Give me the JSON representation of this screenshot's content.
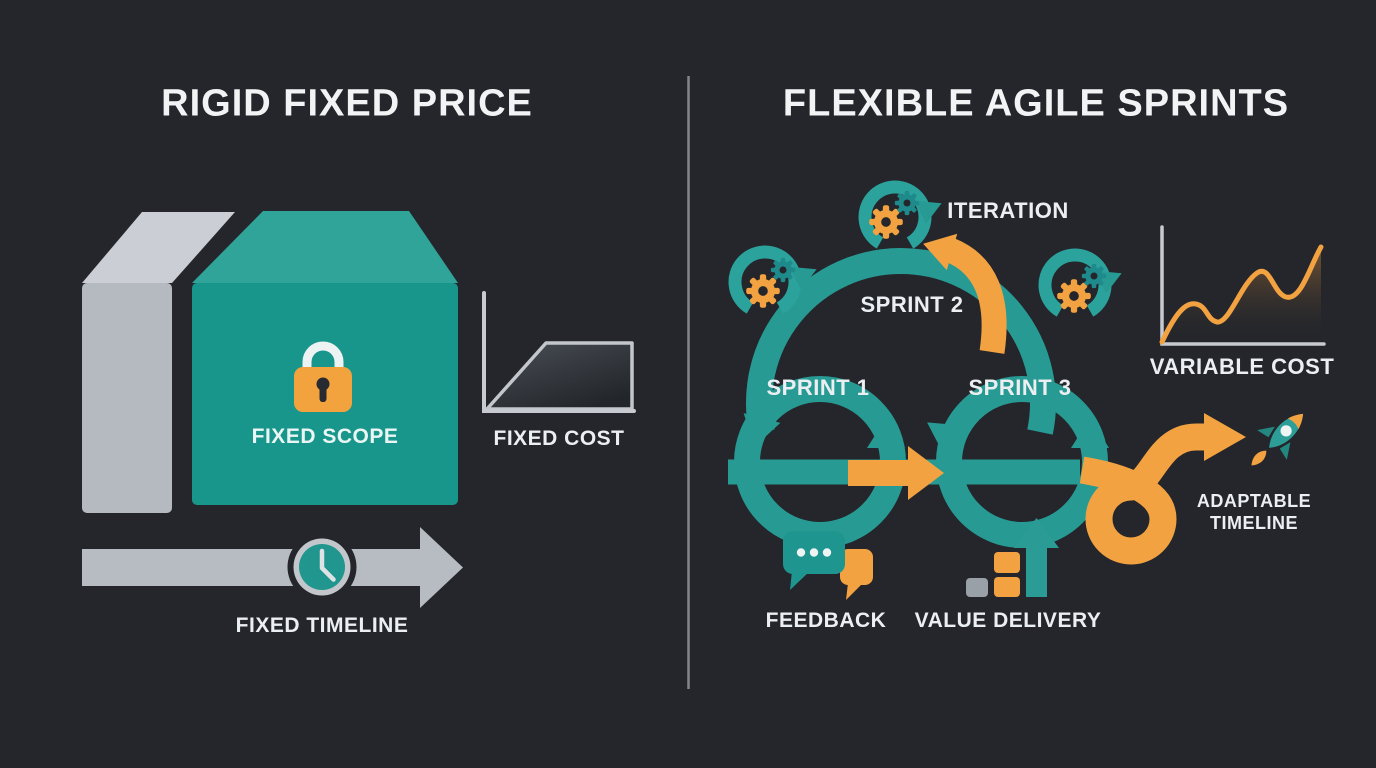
{
  "infographic": {
    "theme": "fixed-price vs agile comparison",
    "palette": {
      "background": "#24262b",
      "teal": "#1f9b93",
      "teal_light": "#31a49a",
      "teal_dark": "#1e8a8c",
      "orange": "#f2a240",
      "gray": "#b7bbc2",
      "gray_light": "#cbcfd5",
      "axis_gray": "#c7cad0",
      "text": "#eceff1",
      "divider": "#82868c"
    }
  },
  "left_panel": {
    "title": "RIGID FIXED PRICE",
    "scope_box": {
      "label": "FIXED SCOPE",
      "icon": "lock-icon"
    },
    "cost_chart": {
      "label": "FIXED COST",
      "icon": "plateau-chart-icon"
    },
    "timeline": {
      "label": "FIXED TIMELINE",
      "icon": "clock-icon"
    }
  },
  "right_panel": {
    "title": "FLEXIBLE AGILE SPRINTS",
    "iteration_label": "ITERATION",
    "sprints": [
      {
        "label": "SPRINT 1"
      },
      {
        "label": "SPRINT 2"
      },
      {
        "label": "SPRINT 3"
      }
    ],
    "variable_cost": {
      "label": "VARIABLE COST",
      "icon": "wavy-line-chart-icon"
    },
    "adaptable_timeline": {
      "label_line1": "ADAPTABLE",
      "label_line2": "TIMELINE",
      "icon": "rocket-icon"
    },
    "feedback": {
      "label": "FEEDBACK",
      "icon": "chat-bubbles-icon"
    },
    "value_delivery": {
      "label": "VALUE DELIVERY",
      "icon": "bar-growth-icon"
    }
  }
}
